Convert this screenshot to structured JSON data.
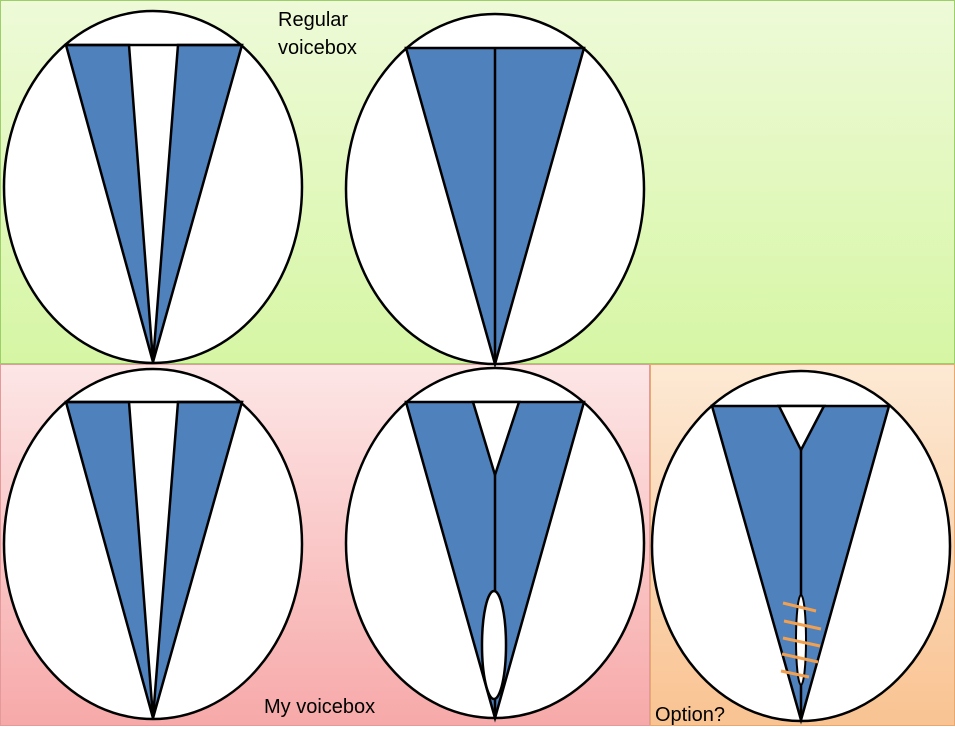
{
  "labels": {
    "regular": "Regular\nvoicebox",
    "mine": "My voicebox",
    "option": "Option?"
  },
  "colors": {
    "fold": "#4f81bd",
    "stroke": "#000000",
    "suture": "#f0a050",
    "panel_regular": "#d6f6a4",
    "panel_mine": "#f7a9a9",
    "panel_option": "#f9c392"
  }
}
